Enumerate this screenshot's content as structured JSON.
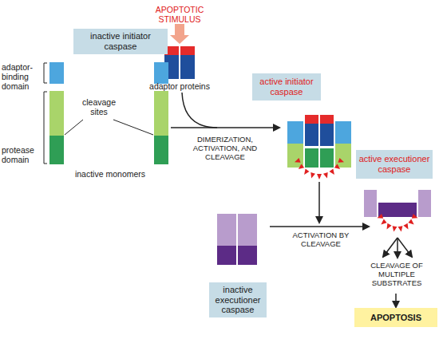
{
  "diagram": {
    "nodes": [
      {
        "text": [
          "inactive initiator caspase"
        ]
      },
      {
        "text": [
          "active initiator caspase"
        ]
      },
      {
        "text": [
          "active executioner caspase"
        ]
      },
      {
        "text": [
          "inactive executioner caspase"
        ]
      },
      {
        "text": [
          "APOPTOSIS"
        ]
      }
    ],
    "labels": [
      "APOPTOTIC STIMULUS",
      "adaptor-binding domain",
      "protease domain",
      "cleavage sites",
      "adaptor proteins",
      "inactive monomers",
      "DIMERIZATION, ACTIVATION, AND CLEAVAGE",
      "ACTIVATION BY CLEAVAGE",
      "CLEAVAGE OF MULTIPLE SUBSTRATES"
    ]
  }
}
